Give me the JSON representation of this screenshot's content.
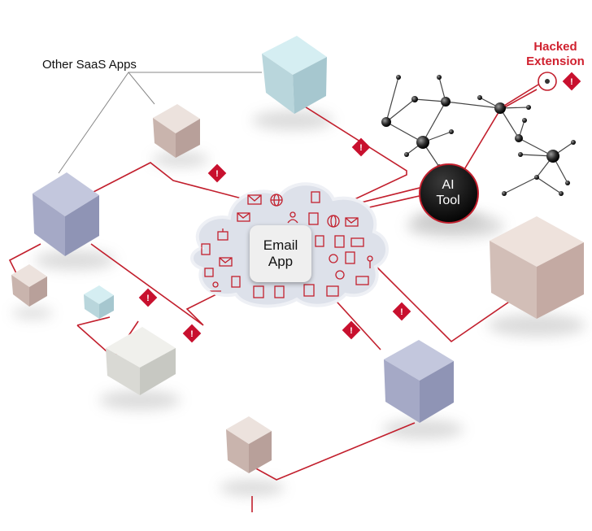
{
  "labels": {
    "other_saas": "Other SaaS Apps",
    "hacked_line1": "Hacked",
    "hacked_line2": "Extension",
    "email_line1": "Email",
    "email_line2": "App",
    "ai_line1": "AI",
    "ai_line2": "Tool"
  },
  "colors": {
    "connector": "#c21f2d",
    "warning": "#c8102e",
    "cloud_fill": "#d9dde6",
    "cloud_icons": "#c21f2d",
    "ai_node": "#111111",
    "outline": "#888888"
  },
  "icons": [
    "warning-diamond-icon",
    "email-icon",
    "globe-icon",
    "document-icon",
    "json-file-icon",
    "xml-file-icon",
    "gear-icon",
    "network-icon",
    "robot-icon",
    "user-icon"
  ]
}
